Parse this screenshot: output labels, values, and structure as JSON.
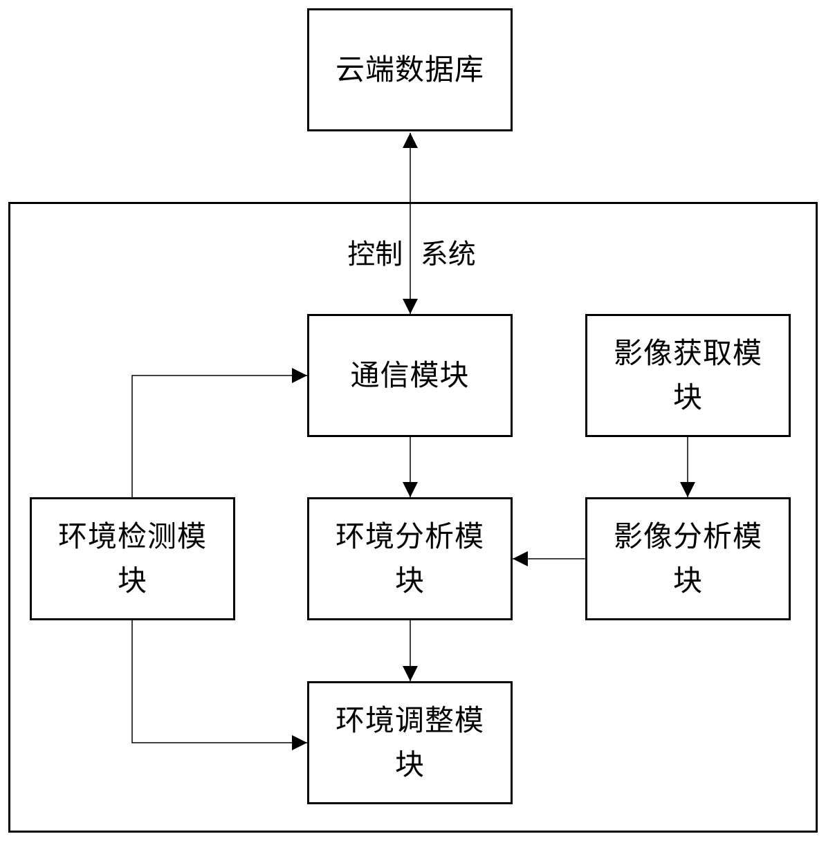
{
  "boxes": {
    "cloud_db": "云端数据库",
    "comm": "通信模块",
    "image_acq": "影像获取模块",
    "env_detect": "环境检测模块",
    "env_analysis": "环境分析模块",
    "image_analysis": "影像分析模块",
    "env_adjust": "环境调整模块"
  },
  "container_label": "控制  系统",
  "colors": {
    "stroke": "#000000",
    "background": "#ffffff"
  }
}
